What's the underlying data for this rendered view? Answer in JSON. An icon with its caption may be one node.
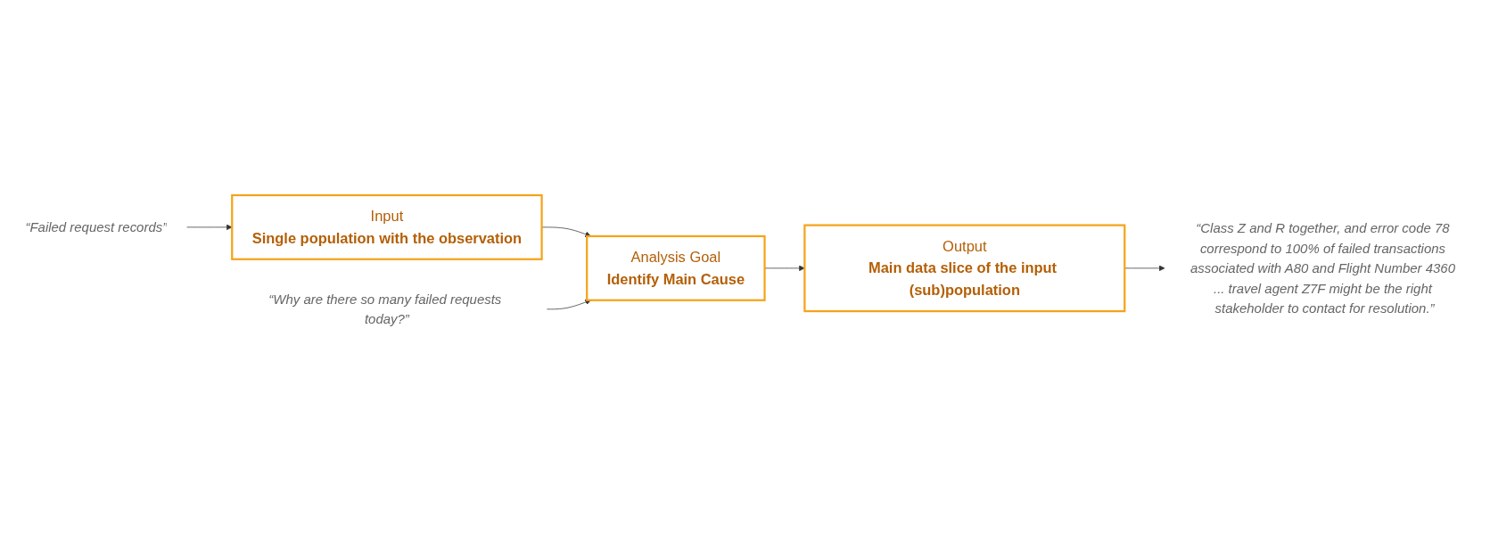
{
  "diagram": {
    "nodes": [
      {
        "text": [
          "Input",
          "Single population with the observation"
        ]
      },
      {
        "text": [
          "Analysis Goal",
          "Identify Main Cause"
        ]
      },
      {
        "text": [
          "Output",
          "Main data slice of the input (sub)population"
        ]
      },
      {
        "text": [
          "“Why are there so many failed requests today?”"
        ]
      },
      {
        "text": [
          "“Failed request records”"
        ]
      },
      {
        "text": [
          "“Class Z and R together, and error code 78 correspond to 100% of failed transactions associated with A80 and Flight Number 4360 ... travel agent Z7F might be the right stakeholder to contact for resolution.”"
        ]
      }
    ],
    "edges": [
      {
        "from": 0,
        "to": 1,
        "arrow": "to"
      },
      {
        "from": 1,
        "to": 2,
        "arrow": "to"
      },
      {
        "from": 3,
        "to": 1,
        "arrow": "to"
      },
      {
        "from": 4,
        "to": 0,
        "arrow": "to"
      },
      {
        "from": 2,
        "to": 5,
        "arrow": "to"
      }
    ]
  }
}
